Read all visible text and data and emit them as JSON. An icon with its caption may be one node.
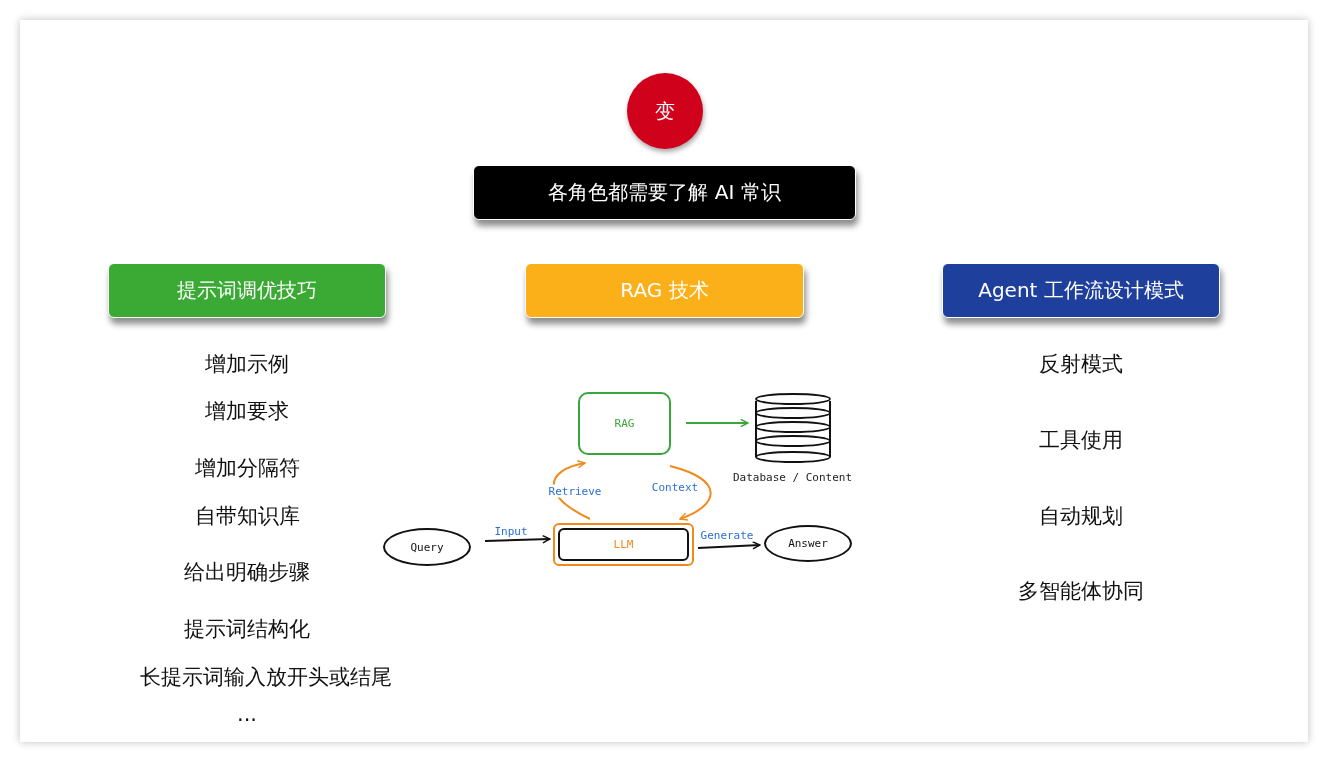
{
  "diagram": {
    "nodes": [
      {
        "text": [
          "变"
        ]
      },
      {
        "text": [
          "各角色都需要了解 AI  常识"
        ]
      },
      {
        "text": [
          "提示词调优技巧"
        ]
      },
      {
        "text": [
          "RAG  技术"
        ]
      },
      {
        "text": [
          "Agent 工作流设计模式"
        ]
      },
      {
        "text": [
          "Query"
        ]
      },
      {
        "text": [
          "LLM"
        ]
      },
      {
        "text": [
          "RAG"
        ]
      },
      {
        "text": [],
        "shape": "cylinder",
        "beside": [
          "Database / Content"
        ]
      },
      {
        "text": [
          "Answer"
        ]
      }
    ],
    "edges": [
      {
        "from": 5,
        "to": 6,
        "arrow": "to",
        "label": "Input"
      },
      {
        "from": 6,
        "to": 7,
        "arrow": "to",
        "label": "Retrieve",
        "color": "#f08a1c"
      },
      {
        "from": 7,
        "to": 6,
        "arrow": "to",
        "label": "Context",
        "color": "#f08a1c"
      },
      {
        "from": 7,
        "to": 8,
        "arrow": "to",
        "color": "#3aa53a"
      },
      {
        "from": 6,
        "to": 9,
        "arrow": "to",
        "label": "Generate"
      }
    ],
    "labels": [
      "增加示例",
      "增加要求",
      "增加分隔符",
      "自带知识库",
      "给出明确步骤",
      "提示词结构化",
      "长提示词输入放开头或结尾",
      "...",
      "反射模式",
      "工具使用",
      "自动规划",
      "多智能体协同"
    ]
  }
}
